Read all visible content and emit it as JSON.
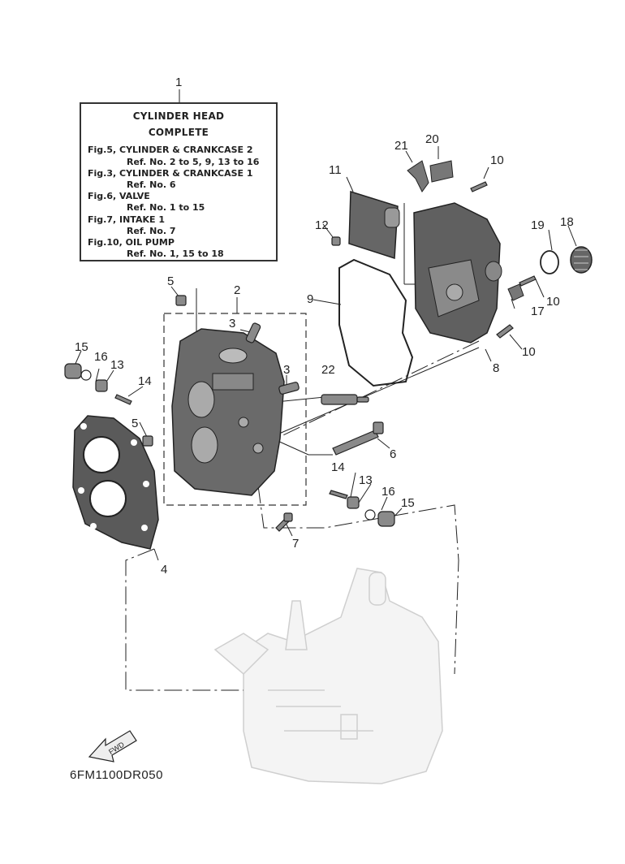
{
  "callout": {
    "number": "1",
    "title_line1": "CYLINDER HEAD",
    "title_line2": "COMPLETE",
    "refs": [
      {
        "fig": "Fig.5, CYLINDER & CRANKCASE 2",
        "ref": "Ref. No. 2 to 5, 9, 13 to 16"
      },
      {
        "fig": "Fig.3, CYLINDER & CRANKCASE 1",
        "ref": "Ref. No. 6"
      },
      {
        "fig": "Fig.6, VALVE",
        "ref": "Ref. No. 1 to 15"
      },
      {
        "fig": "Fig.7, INTAKE 1",
        "ref": "Ref. No. 7"
      },
      {
        "fig": "Fig.10, OIL PUMP",
        "ref": "Ref. No. 1, 15 to 18"
      }
    ]
  },
  "labels": {
    "n2": "2",
    "n3a": "3",
    "n3b": "3",
    "n4": "4",
    "n5a": "5",
    "n5b": "5",
    "n6": "6",
    "n7": "7",
    "n8": "8",
    "n9": "9",
    "n10a": "10",
    "n10b": "10",
    "n10c": "10",
    "n11": "11",
    "n12": "12",
    "n13a": "13",
    "n13b": "13",
    "n14a": "14",
    "n14b": "14",
    "n15a": "15",
    "n15b": "15",
    "n16a": "16",
    "n16b": "16",
    "n17": "17",
    "n18": "18",
    "n19": "19",
    "n20": "20",
    "n21": "21",
    "n22": "22"
  },
  "fwd_label": "FWD",
  "diagram_code": "6FM1100DR050",
  "colors": {
    "part_dark": "#4a4a4a",
    "part_mid": "#8a8a8a",
    "ghost": "#d8d8d8",
    "line": "#222222"
  }
}
